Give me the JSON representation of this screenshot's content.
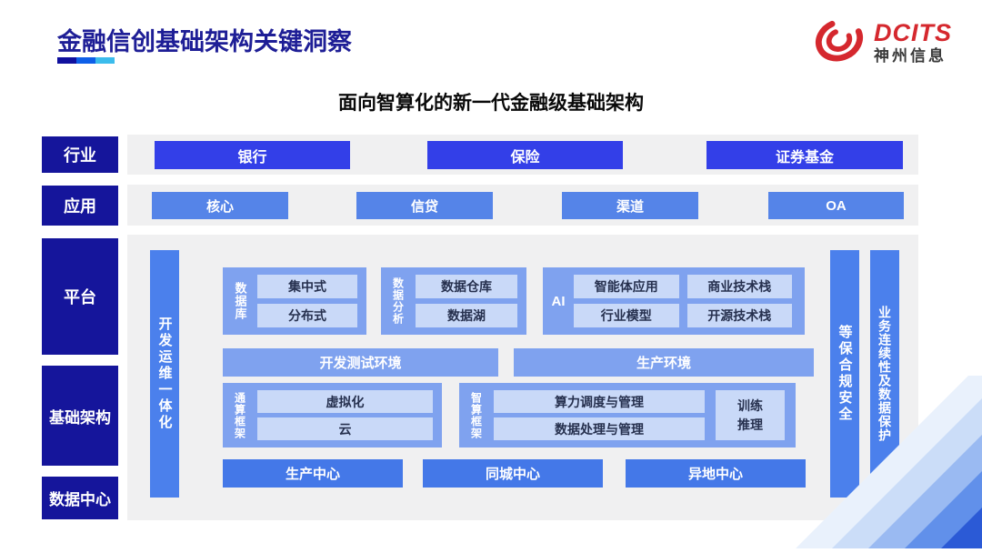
{
  "title": "金融信创基础架构关键洞察",
  "subtitle": "面向智算化的新一代金融级基础架构",
  "logo": {
    "brand": "DCITS",
    "company": "神州信息"
  },
  "layers": {
    "industry": {
      "label": "行业",
      "items": [
        "银行",
        "保险",
        "证券基金"
      ]
    },
    "application": {
      "label": "应用",
      "items": [
        "核心",
        "信贷",
        "渠道",
        "OA"
      ]
    },
    "platform": {
      "label": "平台"
    },
    "infrastructure": {
      "label": "基础架构"
    },
    "datacenter": {
      "label": "数据中心"
    }
  },
  "bars": {
    "devops": "开发运维一体化",
    "security": "等保合规安全",
    "continuity": "业务连续性及数据保护"
  },
  "platform_groups": {
    "database": {
      "label": "数据库",
      "items": [
        "集中式",
        "分布式"
      ]
    },
    "analytics": {
      "label": "数据分析",
      "items": [
        "数据仓库",
        "数据湖"
      ]
    },
    "ai": {
      "label": "AI",
      "items": [
        "智能体应用",
        "商业技术栈",
        "行业模型",
        "开源技术栈"
      ]
    }
  },
  "environments": {
    "dev": "开发测试环境",
    "prod": "生产环境"
  },
  "frameworks": {
    "general": {
      "label": "通算框架",
      "items": [
        "虚拟化",
        "云"
      ]
    },
    "intelligent": {
      "label": "智算框架",
      "items": [
        "算力调度与管理",
        "数据处理与管理"
      ],
      "side": "训练\n推理"
    }
  },
  "centers": [
    "生产中心",
    "同城中心",
    "异地中心"
  ],
  "colors": {
    "title_navy": "#1E1E96",
    "layer_navy": "#15159B",
    "industry_blue": "#333FE8",
    "app_blue": "#5584E8",
    "bar_blue": "#4B80EC",
    "group_blue": "#7FA2EF",
    "inner_blue": "#C9D9F8",
    "center_blue": "#4478E8",
    "logo_red": "#D5282E",
    "strip_gray": "#F0F0F1",
    "underline": [
      "#10109E",
      "#0E5FE8",
      "#3BBCEC"
    ]
  }
}
